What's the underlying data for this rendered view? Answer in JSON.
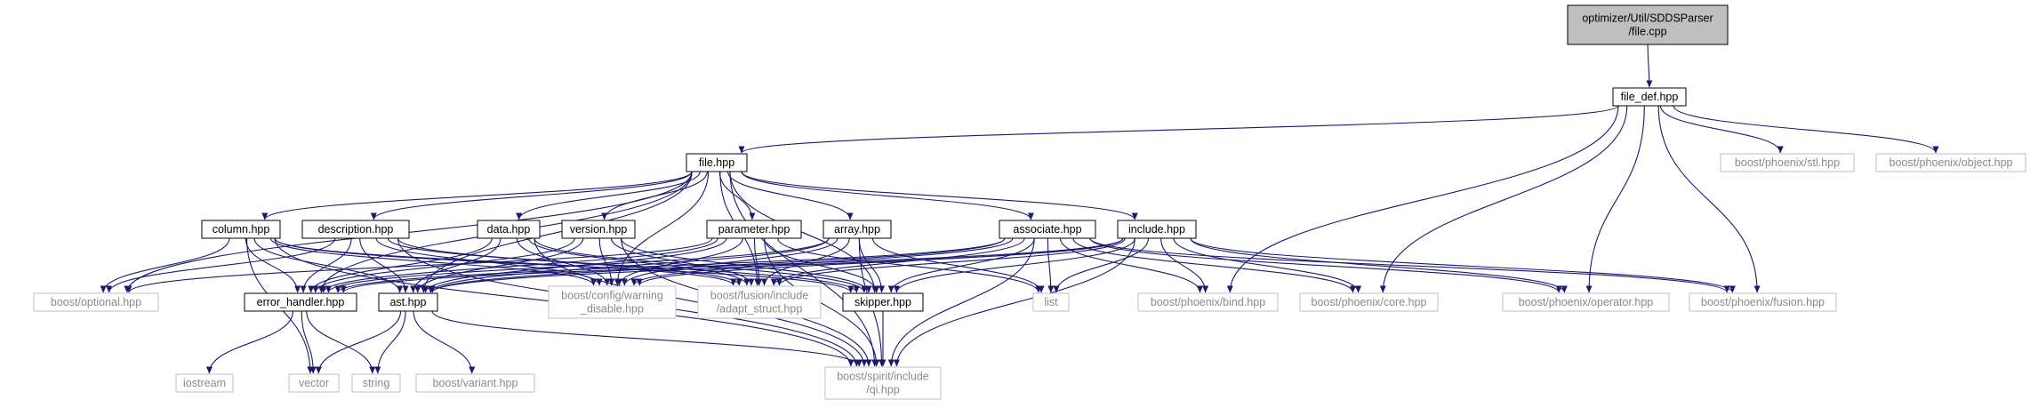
{
  "colors": {
    "edge": "#191970",
    "root_fill": "#bfbfbf",
    "internal_border": "#000000",
    "external_border": "#bfbfbf",
    "external_text": "#8a8a8a"
  },
  "nodes": [
    {
      "id": "root",
      "kind": "root",
      "lines": [
        "optimizer/Util/SDDSParser",
        "/file.cpp"
      ]
    },
    {
      "id": "file_def",
      "kind": "internal",
      "lines": [
        "file_def.hpp"
      ]
    },
    {
      "id": "file",
      "kind": "internal",
      "lines": [
        "file.hpp"
      ]
    },
    {
      "id": "phx_stl",
      "kind": "external",
      "lines": [
        "boost/phoenix/stl.hpp"
      ]
    },
    {
      "id": "phx_object",
      "kind": "external",
      "lines": [
        "boost/phoenix/object.hpp"
      ]
    },
    {
      "id": "column",
      "kind": "internal",
      "lines": [
        "column.hpp"
      ]
    },
    {
      "id": "description",
      "kind": "internal",
      "lines": [
        "description.hpp"
      ]
    },
    {
      "id": "data",
      "kind": "internal",
      "lines": [
        "data.hpp"
      ]
    },
    {
      "id": "version",
      "kind": "internal",
      "lines": [
        "version.hpp"
      ]
    },
    {
      "id": "parameter",
      "kind": "internal",
      "lines": [
        "parameter.hpp"
      ]
    },
    {
      "id": "array",
      "kind": "internal",
      "lines": [
        "array.hpp"
      ]
    },
    {
      "id": "associate",
      "kind": "internal",
      "lines": [
        "associate.hpp"
      ]
    },
    {
      "id": "include",
      "kind": "internal",
      "lines": [
        "include.hpp"
      ]
    },
    {
      "id": "optional",
      "kind": "external",
      "lines": [
        "boost/optional.hpp"
      ]
    },
    {
      "id": "error_handler",
      "kind": "internal",
      "lines": [
        "error_handler.hpp"
      ]
    },
    {
      "id": "ast",
      "kind": "internal",
      "lines": [
        "ast.hpp"
      ]
    },
    {
      "id": "warning",
      "kind": "external",
      "lines": [
        "boost/config/warning",
        "_disable.hpp"
      ]
    },
    {
      "id": "adapt",
      "kind": "external",
      "lines": [
        "boost/fusion/include",
        "/adapt_struct.hpp"
      ]
    },
    {
      "id": "skipper",
      "kind": "internal",
      "lines": [
        "skipper.hpp"
      ]
    },
    {
      "id": "list",
      "kind": "external",
      "lines": [
        "list"
      ]
    },
    {
      "id": "phx_bind",
      "kind": "external",
      "lines": [
        "boost/phoenix/bind.hpp"
      ]
    },
    {
      "id": "phx_core",
      "kind": "external",
      "lines": [
        "boost/phoenix/core.hpp"
      ]
    },
    {
      "id": "phx_operator",
      "kind": "external",
      "lines": [
        "boost/phoenix/operator.hpp"
      ]
    },
    {
      "id": "phx_fusion",
      "kind": "external",
      "lines": [
        "boost/phoenix/fusion.hpp"
      ]
    },
    {
      "id": "iostream",
      "kind": "external",
      "lines": [
        "iostream"
      ]
    },
    {
      "id": "vector",
      "kind": "external",
      "lines": [
        "vector"
      ]
    },
    {
      "id": "string",
      "kind": "external",
      "lines": [
        "string"
      ]
    },
    {
      "id": "variant",
      "kind": "external",
      "lines": [
        "boost/variant.hpp"
      ]
    },
    {
      "id": "qi",
      "kind": "external",
      "lines": [
        "boost/spirit/include",
        "/qi.hpp"
      ]
    }
  ],
  "edges": [
    [
      "root",
      "file_def"
    ],
    [
      "file_def",
      "file"
    ],
    [
      "file_def",
      "phx_stl"
    ],
    [
      "file_def",
      "phx_object"
    ],
    [
      "file_def",
      "phx_bind"
    ],
    [
      "file_def",
      "phx_core"
    ],
    [
      "file_def",
      "phx_operator"
    ],
    [
      "file_def",
      "phx_fusion"
    ],
    [
      "file",
      "column"
    ],
    [
      "file",
      "description"
    ],
    [
      "file",
      "data"
    ],
    [
      "file",
      "version"
    ],
    [
      "file",
      "parameter"
    ],
    [
      "file",
      "array"
    ],
    [
      "file",
      "associate"
    ],
    [
      "file",
      "include"
    ],
    [
      "file",
      "optional"
    ],
    [
      "file",
      "error_handler"
    ],
    [
      "file",
      "ast"
    ],
    [
      "file",
      "warning"
    ],
    [
      "file",
      "adapt"
    ],
    [
      "file",
      "skipper"
    ],
    [
      "file",
      "qi"
    ],
    [
      "column",
      "optional"
    ],
    [
      "column",
      "error_handler"
    ],
    [
      "column",
      "ast"
    ],
    [
      "column",
      "warning"
    ],
    [
      "column",
      "adapt"
    ],
    [
      "column",
      "skipper"
    ],
    [
      "column",
      "vector"
    ],
    [
      "column",
      "qi"
    ],
    [
      "description",
      "optional"
    ],
    [
      "description",
      "error_handler"
    ],
    [
      "description",
      "ast"
    ],
    [
      "description",
      "warning"
    ],
    [
      "description",
      "adapt"
    ],
    [
      "description",
      "skipper"
    ],
    [
      "description",
      "qi"
    ],
    [
      "data",
      "error_handler"
    ],
    [
      "data",
      "ast"
    ],
    [
      "data",
      "warning"
    ],
    [
      "data",
      "adapt"
    ],
    [
      "data",
      "skipper"
    ],
    [
      "data",
      "qi"
    ],
    [
      "version",
      "error_handler"
    ],
    [
      "version",
      "ast"
    ],
    [
      "version",
      "warning"
    ],
    [
      "version",
      "adapt"
    ],
    [
      "version",
      "skipper"
    ],
    [
      "version",
      "qi"
    ],
    [
      "parameter",
      "optional"
    ],
    [
      "parameter",
      "error_handler"
    ],
    [
      "parameter",
      "ast"
    ],
    [
      "parameter",
      "warning"
    ],
    [
      "parameter",
      "adapt"
    ],
    [
      "parameter",
      "skipper"
    ],
    [
      "parameter",
      "list"
    ],
    [
      "parameter",
      "qi"
    ],
    [
      "array",
      "error_handler"
    ],
    [
      "array",
      "ast"
    ],
    [
      "array",
      "warning"
    ],
    [
      "array",
      "adapt"
    ],
    [
      "array",
      "skipper"
    ],
    [
      "array",
      "list"
    ],
    [
      "array",
      "qi"
    ],
    [
      "associate",
      "error_handler"
    ],
    [
      "associate",
      "ast"
    ],
    [
      "associate",
      "warning"
    ],
    [
      "associate",
      "adapt"
    ],
    [
      "associate",
      "skipper"
    ],
    [
      "associate",
      "list"
    ],
    [
      "associate",
      "phx_bind"
    ],
    [
      "associate",
      "phx_core"
    ],
    [
      "associate",
      "phx_operator"
    ],
    [
      "associate",
      "phx_fusion"
    ],
    [
      "associate",
      "qi"
    ],
    [
      "include",
      "error_handler"
    ],
    [
      "include",
      "ast"
    ],
    [
      "include",
      "warning"
    ],
    [
      "include",
      "adapt"
    ],
    [
      "include",
      "skipper"
    ],
    [
      "include",
      "list"
    ],
    [
      "include",
      "phx_bind"
    ],
    [
      "include",
      "phx_core"
    ],
    [
      "include",
      "phx_operator"
    ],
    [
      "include",
      "phx_fusion"
    ],
    [
      "include",
      "qi"
    ],
    [
      "error_handler",
      "iostream"
    ],
    [
      "error_handler",
      "vector"
    ],
    [
      "error_handler",
      "string"
    ],
    [
      "ast",
      "vector"
    ],
    [
      "ast",
      "string"
    ],
    [
      "ast",
      "variant"
    ],
    [
      "ast",
      "qi"
    ],
    [
      "skipper",
      "qi"
    ]
  ]
}
